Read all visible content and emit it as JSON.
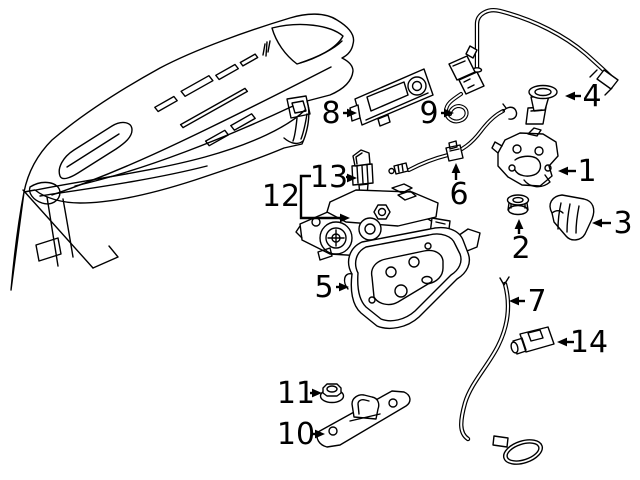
{
  "diagram": {
    "colors": {
      "line": "#000000",
      "background": "#ffffff",
      "label": "#000000"
    },
    "callouts": [
      {
        "number": "1"
      },
      {
        "number": "2"
      },
      {
        "number": "3"
      },
      {
        "number": "4"
      },
      {
        "number": "5"
      },
      {
        "number": "6"
      },
      {
        "number": "7"
      },
      {
        "number": "8"
      },
      {
        "number": "9"
      },
      {
        "number": "10"
      },
      {
        "number": "11"
      },
      {
        "number": "12"
      },
      {
        "number": "13"
      },
      {
        "number": "14"
      }
    ]
  }
}
